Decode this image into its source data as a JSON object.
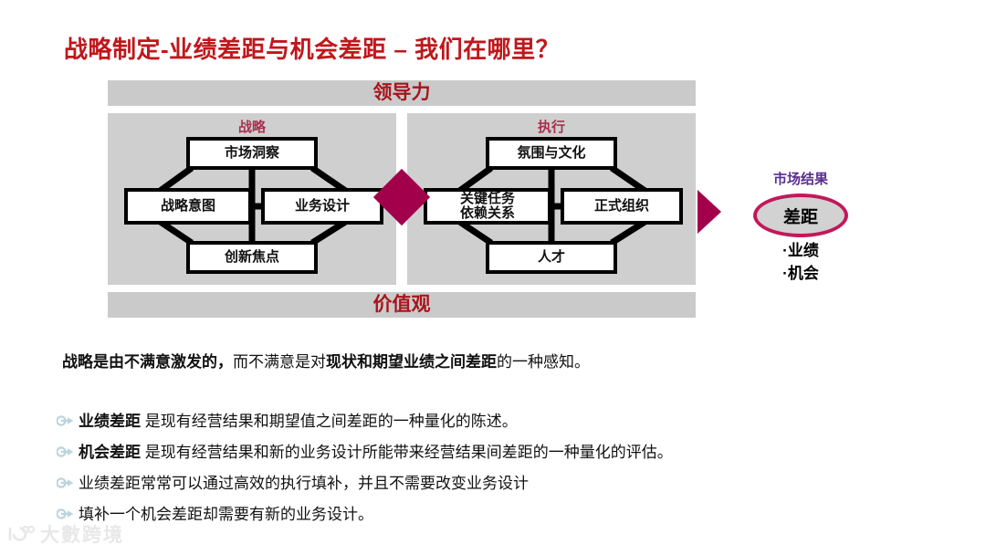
{
  "slide": {
    "title": "战略制定-业绩差距与机会差距 – 我们在哪里？",
    "title_color": "#c0171c"
  },
  "diagram": {
    "bands": {
      "top_label": "领导力",
      "bottom_label": "价值观",
      "band_color": "#cacaca",
      "band_text_color": "#a8141a"
    },
    "panels": [
      {
        "label": "战略",
        "label_color": "#a8314f",
        "boxes": {
          "top": "市场洞察",
          "left": "战略意图",
          "right": "业务设计",
          "bottom": "创新焦点"
        }
      },
      {
        "label": "执行",
        "label_color": "#a8314f",
        "boxes": {
          "top": "氛围与文化",
          "left": "关键任务\n依赖关系",
          "right": "正式组织",
          "bottom": "人才"
        }
      }
    ],
    "connector_color": "#a3004c",
    "arrow_color": "#a3004c"
  },
  "result": {
    "title": "市场结果",
    "title_color": "#5b2d90",
    "ellipse_label": "差距",
    "ellipse_border_color": "#c2185b",
    "ellipse_fill_color": "#d2d2d2",
    "bullets": [
      "·业绩",
      "·机会"
    ]
  },
  "body": {
    "lead_paragraph": {
      "segment_1_bold": "战略是由不满意激发的，",
      "segment_2_normal": "而不满意是对",
      "segment_3_bold": "现状和期望业绩之间差距",
      "segment_4_normal": "的一种感知。"
    },
    "bullets": [
      {
        "bold_lead": "业绩差距",
        "rest": " 是现有经营结果和期望值之间差距的一种量化的陈述。",
        "all_plain": false
      },
      {
        "bold_lead": "机会差距",
        "rest": " 是现有经营结果和新的业务设计所能带来经营结果间差距的一种量化的评估。",
        "all_plain": false
      },
      {
        "bold_lead": "",
        "rest": "业绩差距常常可以通过高效的执行填补，并且不需要改变业务设计",
        "all_plain": true
      },
      {
        "bold_lead": "",
        "rest": "填补一个机会差距却需要有新的业务设计。",
        "all_plain": true
      }
    ],
    "bullet_arrow_color": "#bcd4dd"
  },
  "watermark": {
    "text": "大數跨境",
    "color": "#dcdcdc"
  }
}
